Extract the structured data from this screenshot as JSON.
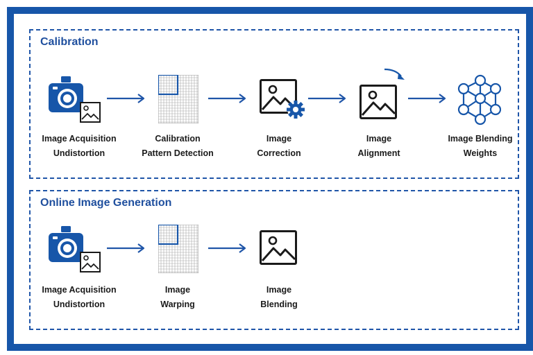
{
  "colors": {
    "frame": "#1756a9",
    "accent": "#1f55a8",
    "title": "#1f4f9e",
    "icon_dark": "#1a1a1a"
  },
  "calibration": {
    "title": "Calibration",
    "steps": [
      {
        "line1": "Image Acquisition",
        "line2": "Undistortion",
        "icon": "camera-photo-icon"
      },
      {
        "line1": "Calibration",
        "line2": "Pattern Detection",
        "icon": "grid-pattern-icon"
      },
      {
        "line1": "Image",
        "line2": "Correction",
        "icon": "image-gear-icon"
      },
      {
        "line1": "Image",
        "line2": "Alignment",
        "icon": "image-rotate-icon"
      },
      {
        "line1": "Image Blending",
        "line2": "Weights",
        "icon": "neural-network-icon"
      }
    ]
  },
  "online": {
    "title": "Online Image Generation",
    "steps": [
      {
        "line1": "Image Acquisition",
        "line2": "Undistortion",
        "icon": "camera-photo-icon"
      },
      {
        "line1": "Image",
        "line2": "Warping",
        "icon": "grid-pattern-icon"
      },
      {
        "line1": "Image",
        "line2": "Blending",
        "icon": "image-icon"
      }
    ]
  }
}
